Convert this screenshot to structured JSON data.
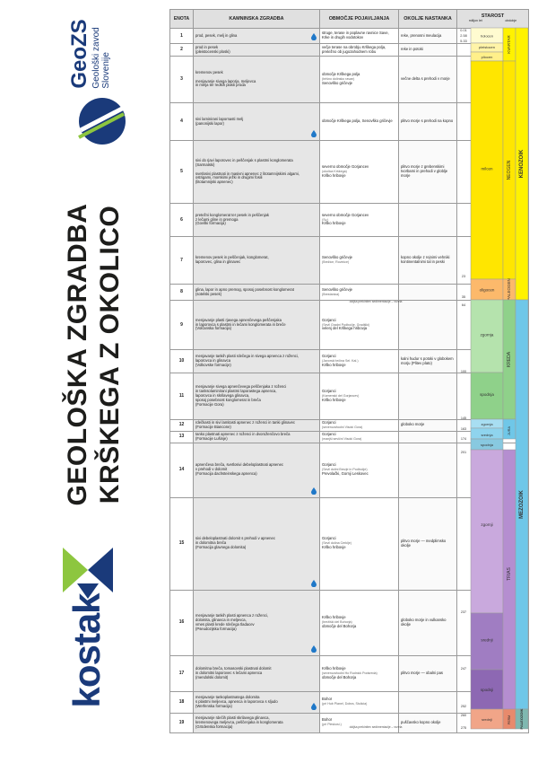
{
  "branding": {
    "kostak": "kostak",
    "title_line1": "GEOLOŠKA ZGRADBA",
    "title_line2": "KRŠKEGA Z OKOLICO",
    "geozs_name": "GeoZS",
    "geozs_sub1": "Geološki zavod",
    "geozs_sub2": "Slovenije"
  },
  "colors": {
    "kenozoik": "#fff200",
    "neogen": "#ffe600",
    "paleogen": "#fcb96b",
    "kreda": "#8fd18a",
    "jura": "#6fc7e8",
    "trias": "#b58ed0",
    "perm": "#e88a6c",
    "karbon": "#7fb8b0"
  },
  "header": {
    "enota": "ENOTA",
    "zgradba": "KAMNINSKA ZGRADBA",
    "obmocje": "OBMOČJE POJAVLJANJA",
    "okolje": "OKOLJE NASTANKA",
    "starost": "STAROST",
    "mio_let": "milijon let",
    "obdobje": "obdobje"
  },
  "units": [
    {
      "num": "1",
      "rock": "prod, pesek, melj in glina",
      "area": "struge, terase in poplavne ravnice Save, Krke in drugih vodotokov",
      "area_sub": "",
      "env": "reke, prenosni meulacija",
      "water": true,
      "h": 17
    },
    {
      "num": "2",
      "rock": "prod in pesek\n(pleistocenski ploski)",
      "area": "večje terase na obrobju Krškega polja, pretežno ob jugozahodnem robu",
      "area_sub": "",
      "env": "reke in potoki",
      "water": false,
      "h": 14
    },
    {
      "num": "3",
      "rock": "kremenov pesek\n\nmenjavanje sivega laporja, meljevca\nin melja ter redkih plasti proda",
      "area": "območje Krškega polja",
      "area_sub": "(brišno dolinsko ravan)",
      "area2": "Senovško gričevje",
      "env": "večne delta s prehodi v morje",
      "water": false,
      "h": 52
    },
    {
      "num": "4",
      "rock": "sivi laminirani lapornasti melj\n(panonijski lapor)",
      "area": "območje Krškega polja, Senovško gričevje",
      "area_sub": "",
      "env": "plitvo morje s prehodi na kopno",
      "water": true,
      "h": 42
    },
    {
      "num": "5",
      "rock": "sivi do rjavi laporovec in peščenjak s plastmi konglomerata\n(Sarmatski)\n\nsvetlosivi plastnati in masivni apnenec z litotamnijskimi algami,\nostrigami, morskimi ježki in drugimi fosili\n(litotamnijski apnenec)",
      "area": "severno območje Gorjancev",
      "area_sub": "(okolica Krškega)",
      "area2": "Krško hribovje",
      "env": "plitvo morje z grebenskimi tvorbami in prehodi v globlje morje",
      "water": false,
      "h": 70
    },
    {
      "num": "6",
      "rock": "pretežni konglomerat ter pesek in peščenjak\nz lečami gline in premoga\n(Govški formacija)",
      "area": "severno območje Gorjancev",
      "area_sub": "(Sv.)",
      "area2": "Krško hribovje",
      "env": "",
      "water": false,
      "h": 37
    },
    {
      "num": "7",
      "rock": "kremenov pesek in peščenjak, konglomerat,\nlaporovec, glina in glinavec",
      "area": "Senovško gričevje",
      "area_sub": "(Brežice, Rovinice)",
      "env": "kopno okolje z rejnimi vehniki kontinentalnimi tal in peski",
      "water": false,
      "h": 53
    },
    {
      "num": "8",
      "rock": "glina, lapor in apno premog, sposoj posebnost konglomerat\n(sotelski pesek)",
      "area": "Senovško gričevje",
      "area_sub": "(Brestanica)",
      "env": "",
      "water": false,
      "h": 18
    },
    {
      "num": "9",
      "rock": "menjavanje plasti rjavega apnenčevega peščenjaka\nin laporovca s plastmi in lečami konglomerata in breče\n(Volčanska formacija)",
      "area": "Gorjanci",
      "area_sub": "(Sevil Gradni Podbočje, Gradiški)",
      "area2": "velenj del Krškega hribovja",
      "env": "",
      "water": false,
      "h": 55
    },
    {
      "num": "10",
      "rock": "menjavanje tankih plasti rdečega in sivega apnenca z roženci,\nlaporovca in glinavca\n(Volkovske formacije)",
      "area": "Gorjanci",
      "area_sub": "(Javorski tečina Sel. Kal.)",
      "area2": "Krško hribovje",
      "env": "kalni hudur s potoki v globokem morju (Plitev plato)",
      "water": false,
      "h": 26
    },
    {
      "num": "11",
      "rock": "menjavanje sivega apnenčevega peščenjaka z roženci\nin tanksolaminirani plastmi laporastega apnenca,\nlaporovca in skrilavega glinavca,\nsposoj posebnost konglomerat in breča\n(Formacije Gora)",
      "area": "Gorjanci",
      "area_sub": "(Kamenski del Gorjancev)",
      "area2": "Krško hribovje",
      "env": "",
      "water": false,
      "h": 52
    },
    {
      "num": "12",
      "rock": "rdečkasti in sivi lamitasti apnenec z roženci in tanki glinavec\n(Formacije Biancone)",
      "area": "Gorjanci",
      "area_sub": "(severozahodni Visoki Gora)",
      "env": "globoko morje",
      "water": false,
      "h": 12
    },
    {
      "num": "13",
      "rock": "tanko plastnati apnenec z roženci in dvoroženčovo breča\n(Formacije Lušinje)",
      "area": "Gorjanci",
      "area_sub": "(manjši sevični Visoki Gora)",
      "env": "",
      "water": false,
      "h": 10
    },
    {
      "num": "14",
      "rock": "apnenčeva breča, svetlosivi debeloplastnati apnenec\nv prehodi v dolomit\n(Formacija dachsteinskega apnenca)",
      "area": "Gorjanci",
      "area_sub": "(Sevil dolini Brezje in Podbočje)",
      "area2": "Prevolački, Gornji Leskovec",
      "env": "",
      "water": true,
      "h": 61
    },
    {
      "num": "15",
      "rock": "sivi debeloplastnati dolomit s prehodi v apnenec\nin dolomitna breča\n(Formacija glavnega dolomita)",
      "area": "Gorjanci",
      "area_sub": "(Sevil dolina Cerklje)",
      "area2": "Krško hribovje",
      "env": "plitvo morje — medplimsko okolje",
      "water": true,
      "h": 103
    },
    {
      "num": "16",
      "rock": "menjavanje tankih plasti apnenca z roženci,\ndolomita, glinavca in meljevca,\nvmes plasti krede rdečega tladacev\n(Pseudozijska formacija)",
      "area": "Krško hribovje",
      "area_sub": "(brežiški del Bohorja)",
      "area2": "območje del Bohorja",
      "env": "globoko morje in vulkansko okolje",
      "water": true,
      "h": 73
    },
    {
      "num": "17",
      "rock": "dolomitna breča, tomasovski plastnati dolomit\nin dolomitni laporovec s lečami apnenca\n(mendolski dolomit)",
      "area": "Krško hribovje",
      "area_sub": "(severozahodni Ho Rudnick Podsreda)",
      "area2": "območje del Bohorja",
      "env": "plitvo morje — obalni pas",
      "water": false,
      "h": 40
    },
    {
      "num": "18",
      "rock": "menjavanje tankoplastnatega dolomita\ns plastmi meljevca, apnenca in laporovca s sljudo\n(Werfenska formacija)",
      "area": "Bohor",
      "area_sub": "(pri Hub Planel, Dobra, Stulicia)",
      "env": "",
      "water": true,
      "h": 24
    },
    {
      "num": "19",
      "rock": "menjavanje rdečih plasti skrilavega glinavca,\nkremenovega meljevca, peščenjaka in konglomerata\n(Grödenska formacija)",
      "area": "Bohor",
      "area_sub": "(pri Pleskosi.)",
      "env": "puščavsko kopno okolje",
      "water": false,
      "h": 22
    }
  ],
  "age": {
    "neogen_mio": "milcen",
    "oligocen": "oligocen",
    "holocen": "holocen",
    "pleistocen": "pleistocen",
    "pliocen": "pliocen",
    "zgornja": "zgornja",
    "spodnja": "spodnja",
    "srednja": "srednja",
    "zgornji": "zgornji",
    "srednji": "srednji",
    "spodnji": "spodnji",
    "kvartar": "KVARTAR",
    "neogen": "NEOGEN",
    "paleogen": "PALEOGEN",
    "kenozoik": "KENOZOIK",
    "kreda": "KREDA",
    "jura": "JURA",
    "trias": "TRIAS",
    "mezozoik": "MEZOZOIK",
    "perm": "PERM",
    "paleozoik": "PALEOZOIK",
    "ticks": [
      "0.01",
      "2.58",
      "5.33",
      "23",
      "35",
      "64",
      "100",
      "145",
      "163",
      "174",
      "201",
      "237",
      "247",
      "252",
      "260",
      "275"
    ],
    "gap_note": "doljša prekinitev sedimentacije – vrzela"
  }
}
